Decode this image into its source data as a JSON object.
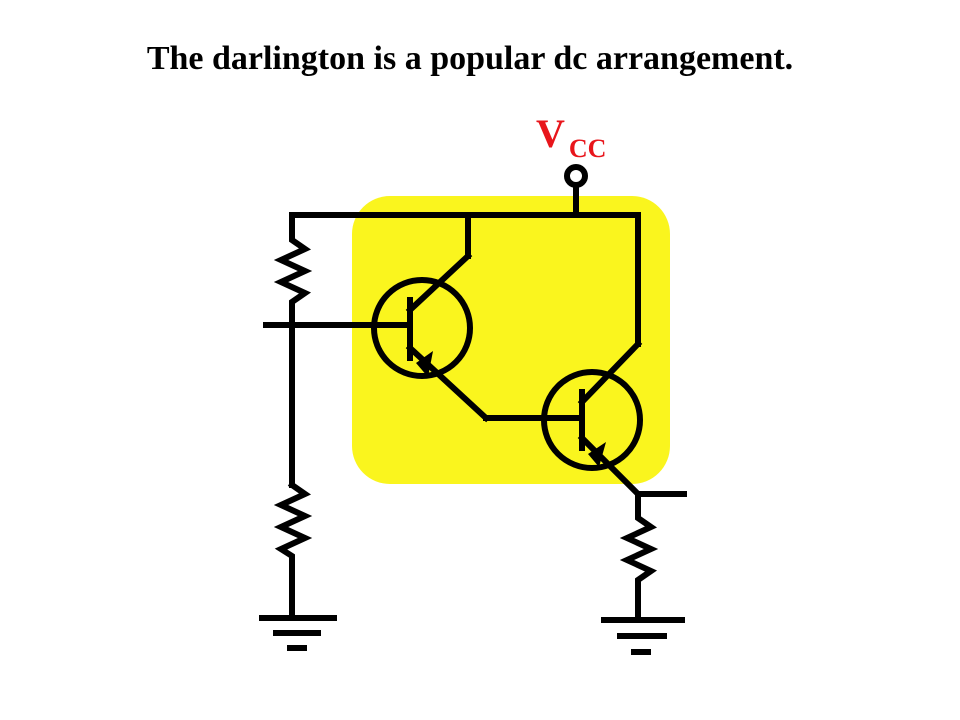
{
  "title": "The darlington is a popular dc arrangement.",
  "vcc": {
    "main": "V",
    "sub": "CC"
  },
  "colors": {
    "highlight": "#FAF51E",
    "wire": "#000000",
    "label": "#E8151B"
  }
}
